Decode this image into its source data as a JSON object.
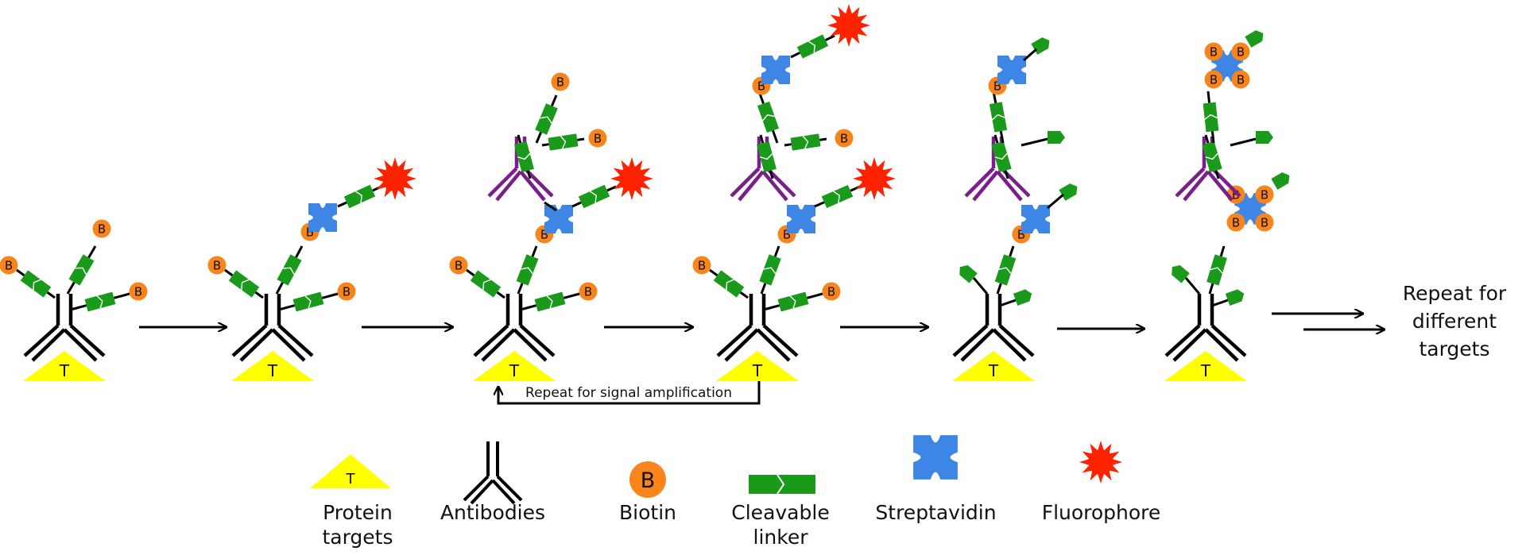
{
  "labels": {
    "target": "T",
    "biotin": "B",
    "loop": "Repeat for signal amplification",
    "repeat_targets": [
      "Repeat for",
      "different",
      "targets"
    ]
  },
  "legend": [
    {
      "id": "protein-targets",
      "lines": [
        "Protein",
        "targets"
      ]
    },
    {
      "id": "antibodies",
      "lines": [
        "Antibodies"
      ]
    },
    {
      "id": "biotin",
      "lines": [
        "Biotin"
      ]
    },
    {
      "id": "cleavable-linker",
      "lines": [
        "Cleavable",
        "linker"
      ]
    },
    {
      "id": "streptavidin",
      "lines": [
        "Streptavidin"
      ]
    },
    {
      "id": "fluorophore",
      "lines": [
        "Fluorophore"
      ]
    }
  ],
  "colors": {
    "target": "#ffff00",
    "antibody_primary": "#000000",
    "antibody_secondary": "#7b1e8c",
    "biotin": "#f7851b",
    "linker": "#1a9a1a",
    "streptavidin": "#3d86e6",
    "fluorophore": "#ff2200"
  },
  "icons": [
    "triangle-target-icon",
    "antibody-icon",
    "biotin-icon",
    "cleavable-linker-icon",
    "streptavidin-icon",
    "fluorophore-icon"
  ]
}
